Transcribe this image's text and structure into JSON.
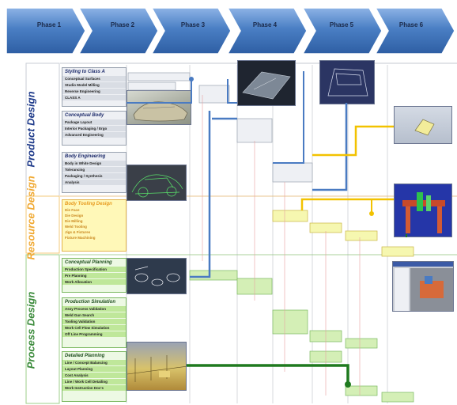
{
  "phases": [
    "Phase 1",
    "Phase 2",
    "Phase 3",
    "Phase 4",
    "Phase 5",
    "Phase 6"
  ],
  "lanes": {
    "product": "Product Design",
    "resource": "Resource Design",
    "process": "Process Design"
  },
  "product_boxes": [
    {
      "title": "Styling to Class A",
      "items": [
        "Conceptual Surfaces",
        "Studio Model Milling",
        "Reverse Engineering",
        "CLASS A"
      ]
    },
    {
      "title": "Conceptual Body",
      "items": [
        "Package Layout",
        "Interior Packaging / Ergo",
        "Advanced Engineering"
      ]
    },
    {
      "title": "Body Engineering",
      "items": [
        "Body in White Design",
        "Tolerancing",
        "Packaging / Synthesis",
        "Analysis"
      ]
    }
  ],
  "resource_boxes": [
    {
      "title": "Body Tooling Design",
      "items": [
        "Die Face",
        "Die Design",
        "Die Milling",
        "Weld Tooling",
        "Jigs & Fixtures",
        "Fixture Machining"
      ]
    }
  ],
  "process_boxes": [
    {
      "title": "Conceptual Planning",
      "items": [
        "Production Specification",
        "Pre Planning",
        "Work Allocation"
      ]
    },
    {
      "title": "Production Simulation",
      "items": [
        "Assy Process Validation",
        "Weld Gun Search",
        "Tooling Validation",
        "Work Cell Flow Simulation",
        "Off Line Programming"
      ]
    },
    {
      "title": "Detailed Planning",
      "items": [
        "Line / Concept Balancing",
        "Layout Planning",
        "Cost Analysis",
        "Line / Work Cell Detailing",
        "Work Instruction Doc's"
      ]
    }
  ],
  "colors": {
    "chevron": "#4a7fc4",
    "product_lane": "#1e3a8a",
    "resource_lane": "#f0a830",
    "process_lane": "#3a8a3a",
    "blue_link": "#4a7bc2",
    "yellow_link": "#f2c200",
    "green_link": "#1f7a1f"
  }
}
